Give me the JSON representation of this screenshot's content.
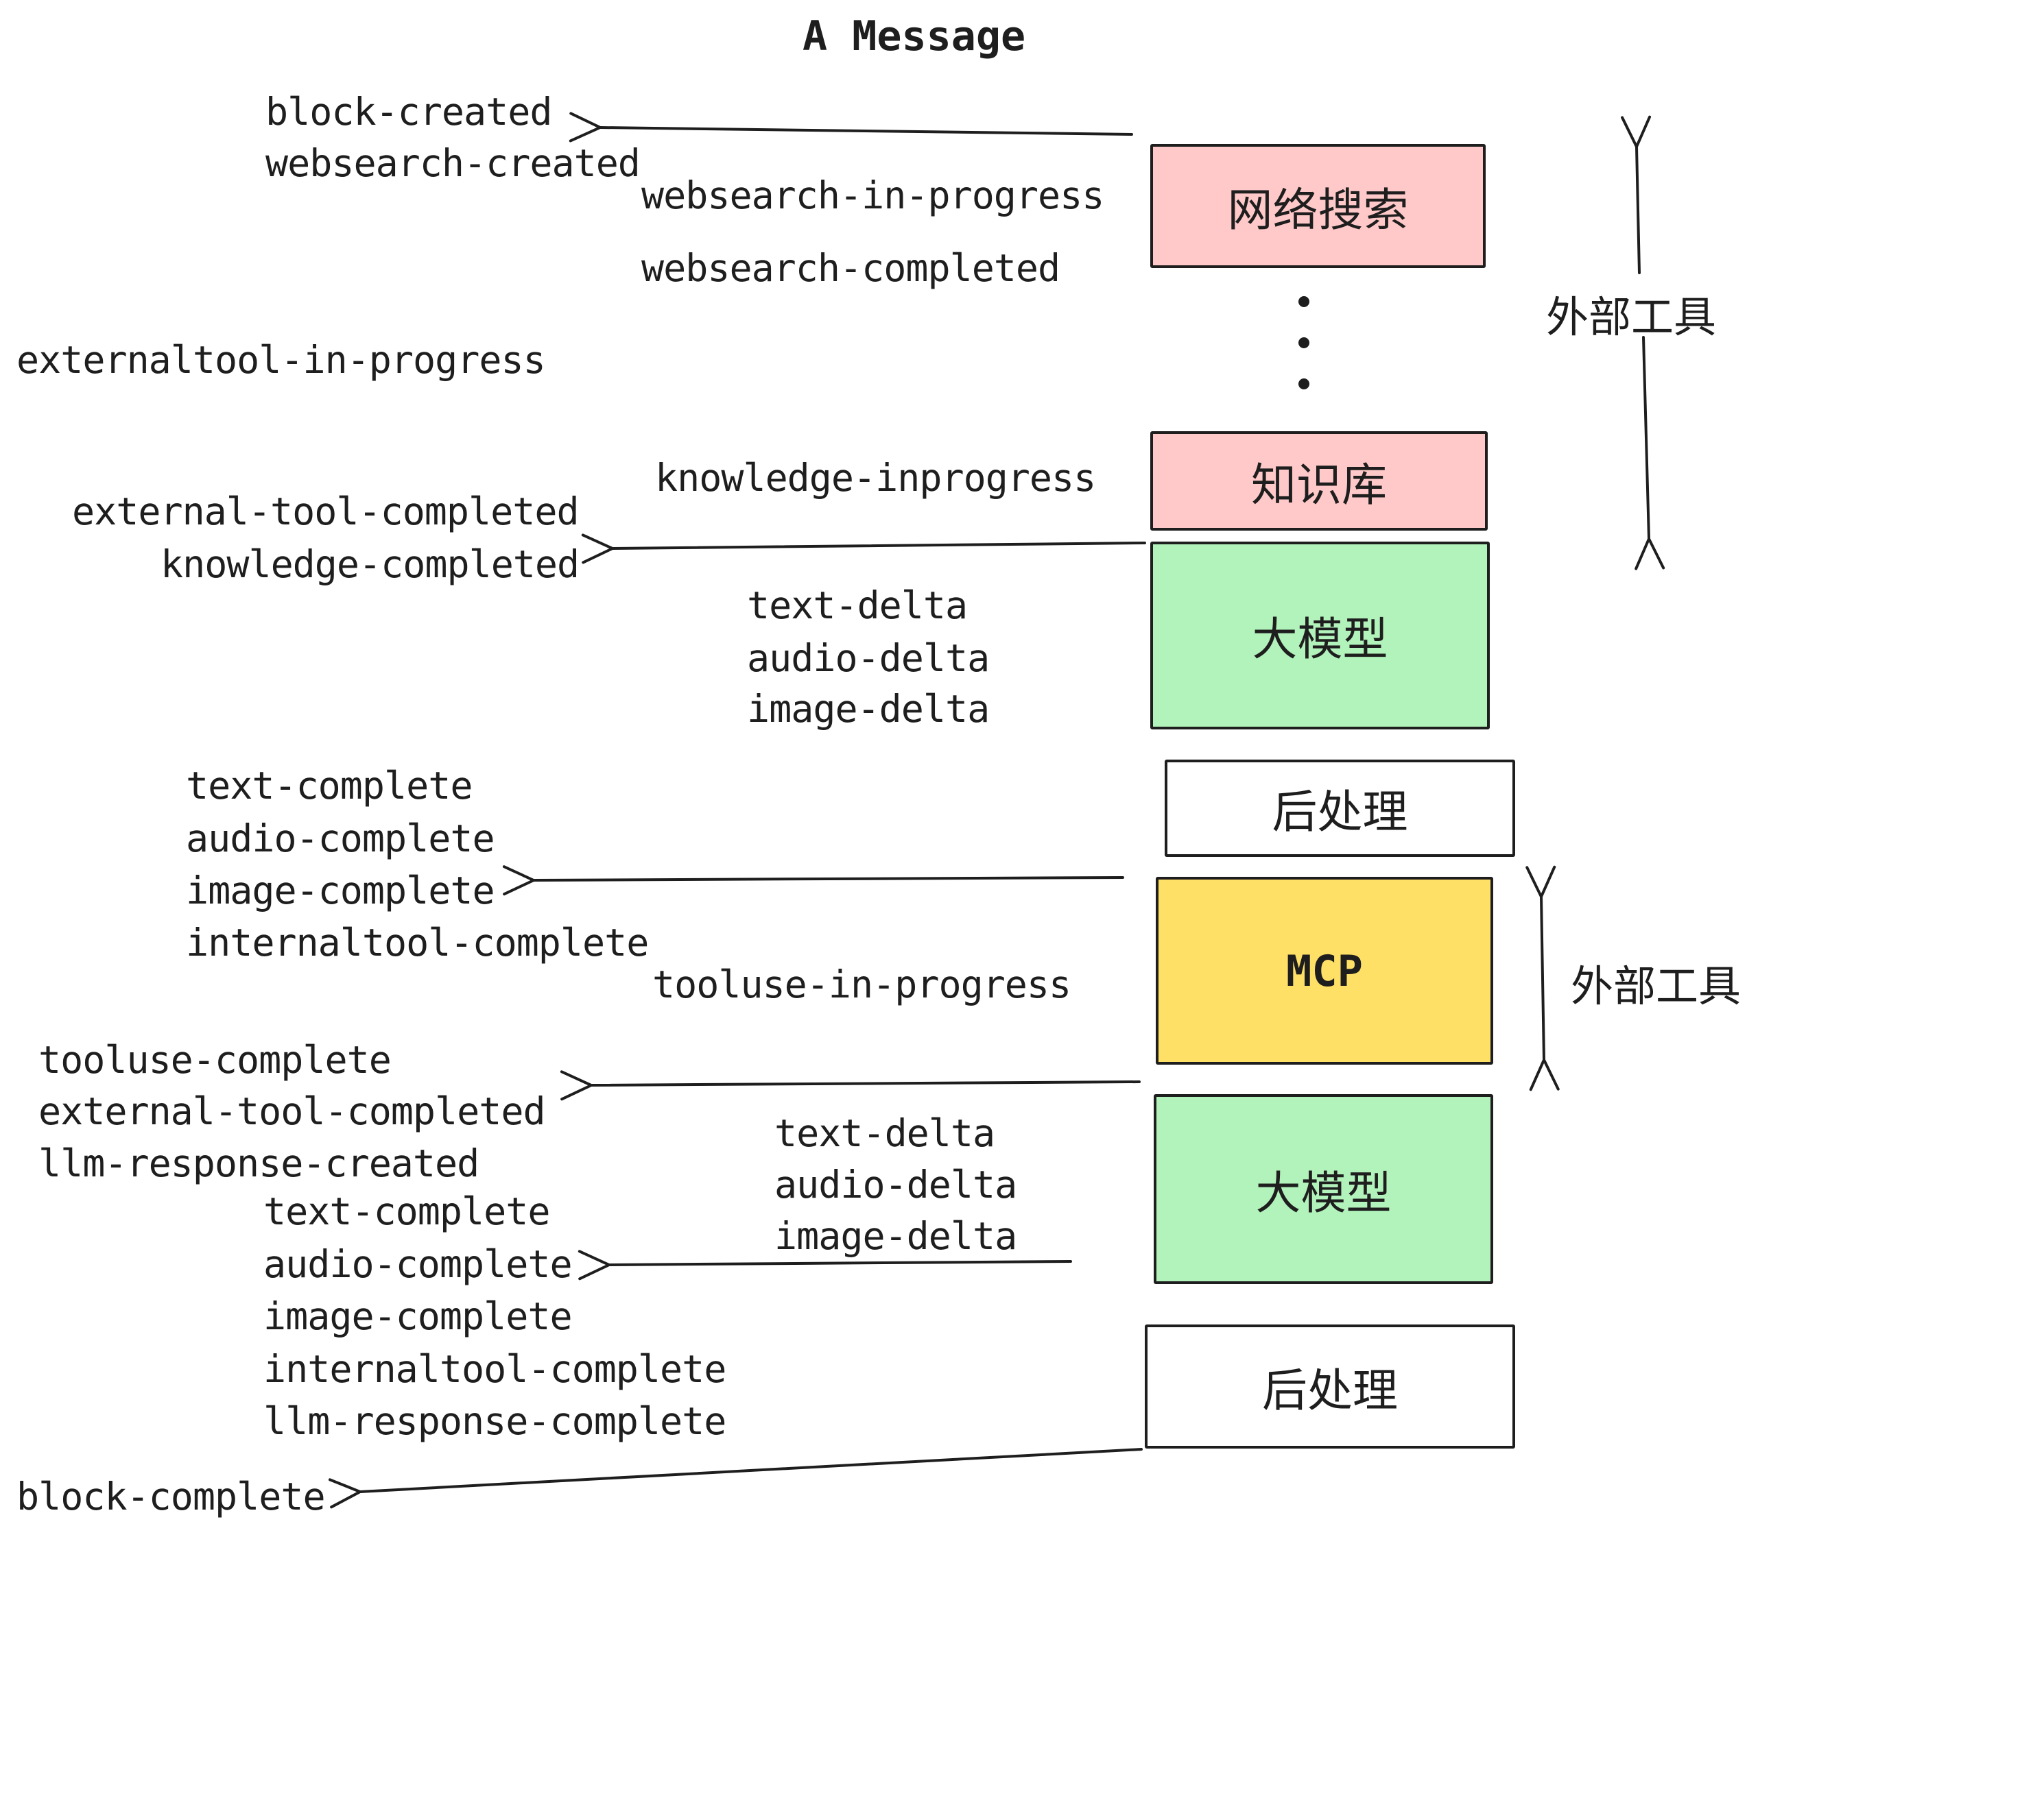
{
  "title": "A Message",
  "events": [
    "block-created",
    "websearch-created",
    "websearch-in-progress",
    "websearch-completed",
    "externaltool-in-progress",
    "knowledge-inprogress",
    "external-tool-completed",
    "knowledge-completed",
    "text-delta",
    "audio-delta",
    "image-delta",
    "text-complete",
    "audio-complete",
    "image-complete",
    "internaltool-complete",
    "tooluse-in-progress",
    "tooluse-complete",
    "external-tool-completed",
    "llm-response-created",
    "text-delta",
    "audio-delta",
    "image-delta",
    "text-complete",
    "audio-complete",
    "image-complete",
    "internaltool-complete",
    "llm-response-complete",
    "block-complete"
  ],
  "boxes": [
    {
      "label": "网络搜索",
      "color": "#ffc9c9"
    },
    {
      "label": "知识库",
      "color": "#ffc9c9"
    },
    {
      "label": "大模型",
      "color": "#b2f2bb"
    },
    {
      "label": "后处理",
      "color": "#ffffff"
    },
    {
      "label": "MCP",
      "color": "#ffe066"
    },
    {
      "label": "大模型",
      "color": "#b2f2bb"
    },
    {
      "label": "后处理",
      "color": "#ffffff"
    }
  ],
  "side_labels": [
    "外部工具",
    "外部工具"
  ],
  "colors": {
    "ink": "#1e1e1e",
    "pink": "#ffc9c9",
    "green": "#b2f2bb",
    "yellow": "#ffe066",
    "white": "#ffffff"
  }
}
